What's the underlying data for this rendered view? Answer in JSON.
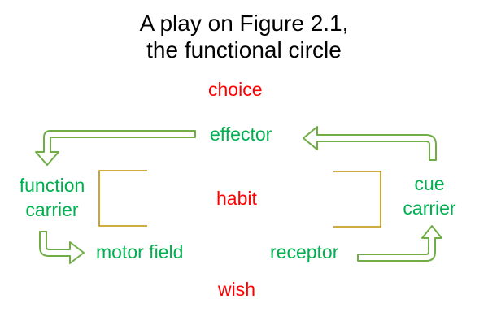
{
  "title": {
    "line1": "A play on Figure 2.1,",
    "line2": "the functional circle"
  },
  "nodes": {
    "choice": "choice",
    "effector": "effector",
    "function_carrier": {
      "line1": "function",
      "line2": "carrier"
    },
    "habit": "habit",
    "cue_carrier": {
      "line1": "cue",
      "line2": "carrier"
    },
    "motor_field": "motor field",
    "receptor": "receptor",
    "wish": "wish"
  },
  "colors": {
    "green_text": "#00b050",
    "red_text": "#ff0000",
    "arrow_outline": "#70ad47",
    "arrow_fill": "#ffffff",
    "bracket": "#bf9000"
  },
  "arrows": [
    "effector-to-function-carrier",
    "function-carrier-to-motor-field",
    "receptor-to-cue-carrier",
    "cue-carrier-to-effector"
  ]
}
